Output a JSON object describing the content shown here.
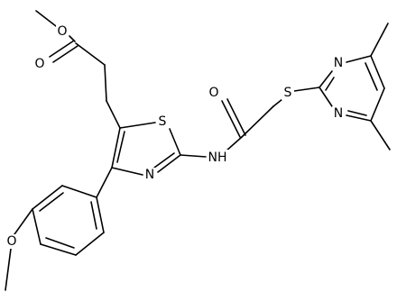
{
  "molecule": {
    "atom_labels": {
      "o_carbonyl_ester": "O",
      "o_ester": "O",
      "s_thiazole": "S",
      "n_thiazole": "N",
      "nh_amide": "NH",
      "o_amide": "O",
      "s_thioether": "S",
      "n_pyrimidine_top": "N",
      "n_pyrimidine_bottom": "N",
      "o_methoxy": "O"
    },
    "colors": {
      "bond": "#000000",
      "label": "#000000",
      "background": "#ffffff"
    }
  }
}
